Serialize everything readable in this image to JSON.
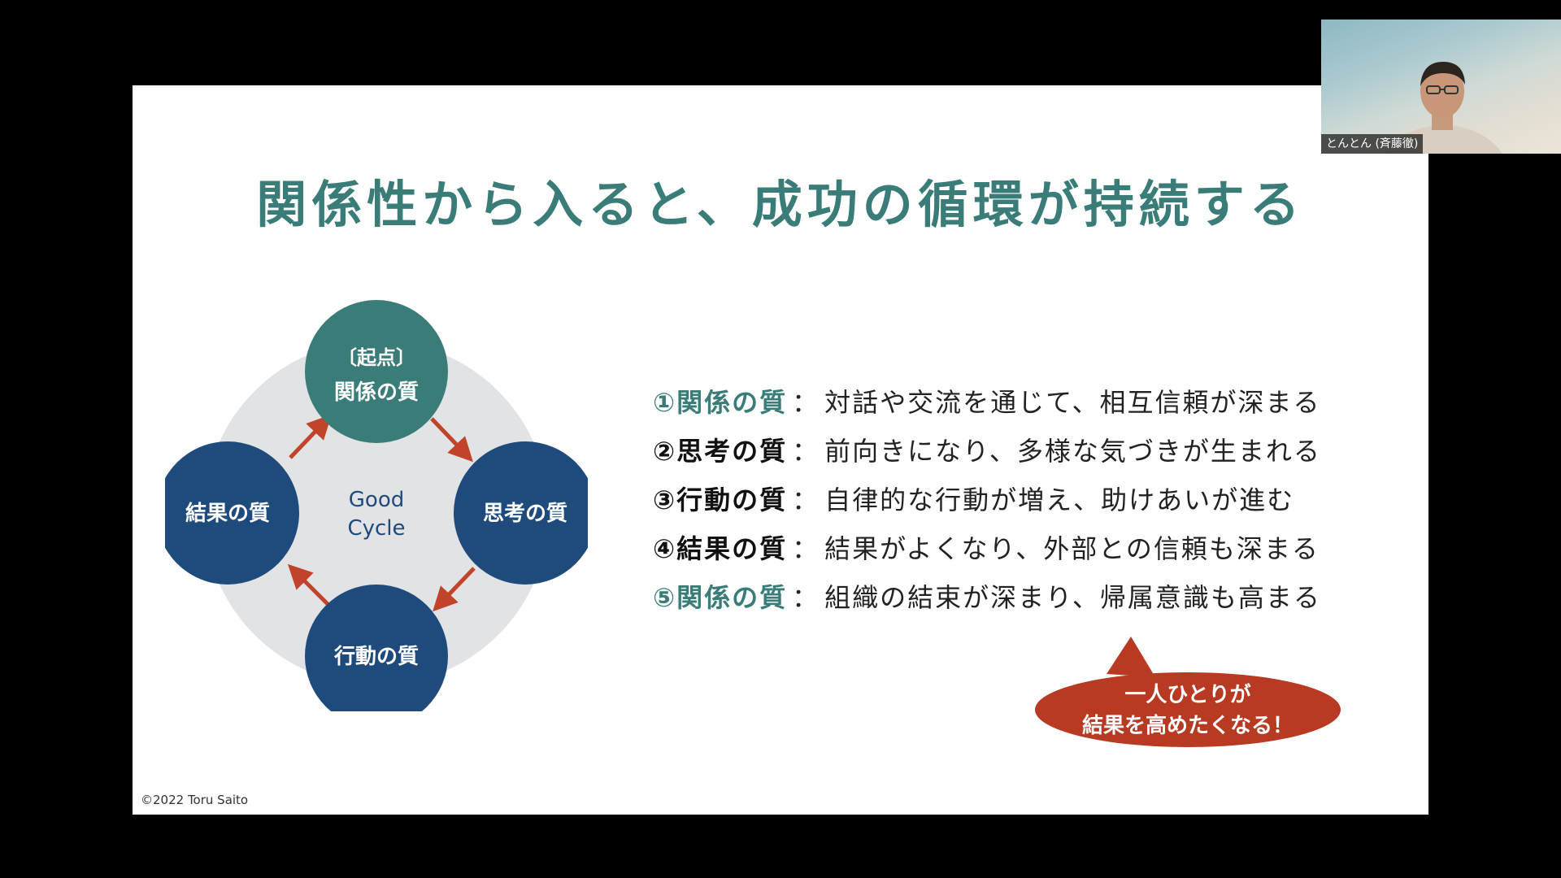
{
  "slide": {
    "title": "関係性から入ると、成功の循環が持続する",
    "copyright": "©2022 Toru Saito"
  },
  "cycle": {
    "center_line1": "Good",
    "center_line2": "Cycle",
    "nodes": {
      "top_tag": "〔起点〕",
      "top": "関係の質",
      "right": "思考の質",
      "bottom": "行動の質",
      "left": "結果の質"
    },
    "colors": {
      "teal": "#3a7d78",
      "navy": "#1f4b7c",
      "ring": "#e2e3e5",
      "arrow": "#c0432a"
    }
  },
  "qualities": [
    {
      "num": "①",
      "label": "関係の質",
      "sep": "：",
      "text": "対話や交流を通じて、相互信頼が深まる",
      "color": "teal"
    },
    {
      "num": "②",
      "label": "思考の質",
      "sep": "：",
      "text": "前向きになり、多様な気づきが生まれる",
      "color": "dark"
    },
    {
      "num": "③",
      "label": "行動の質",
      "sep": "：",
      "text": "自律的な行動が増え、助けあいが進む",
      "color": "dark"
    },
    {
      "num": "④",
      "label": "結果の質",
      "sep": "：",
      "text": "結果がよくなり、外部との信頼も深まる",
      "color": "dark"
    },
    {
      "num": "⑤",
      "label": "関係の質",
      "sep": "：",
      "text": "組織の結束が深まり、帰属意識も高まる",
      "color": "teal"
    }
  ],
  "bubble": {
    "line1": "一人ひとりが",
    "line2": "結果を高めたくなる！",
    "color": "#b93a22"
  },
  "webcam": {
    "name": "とんとん (斉藤徹)"
  }
}
